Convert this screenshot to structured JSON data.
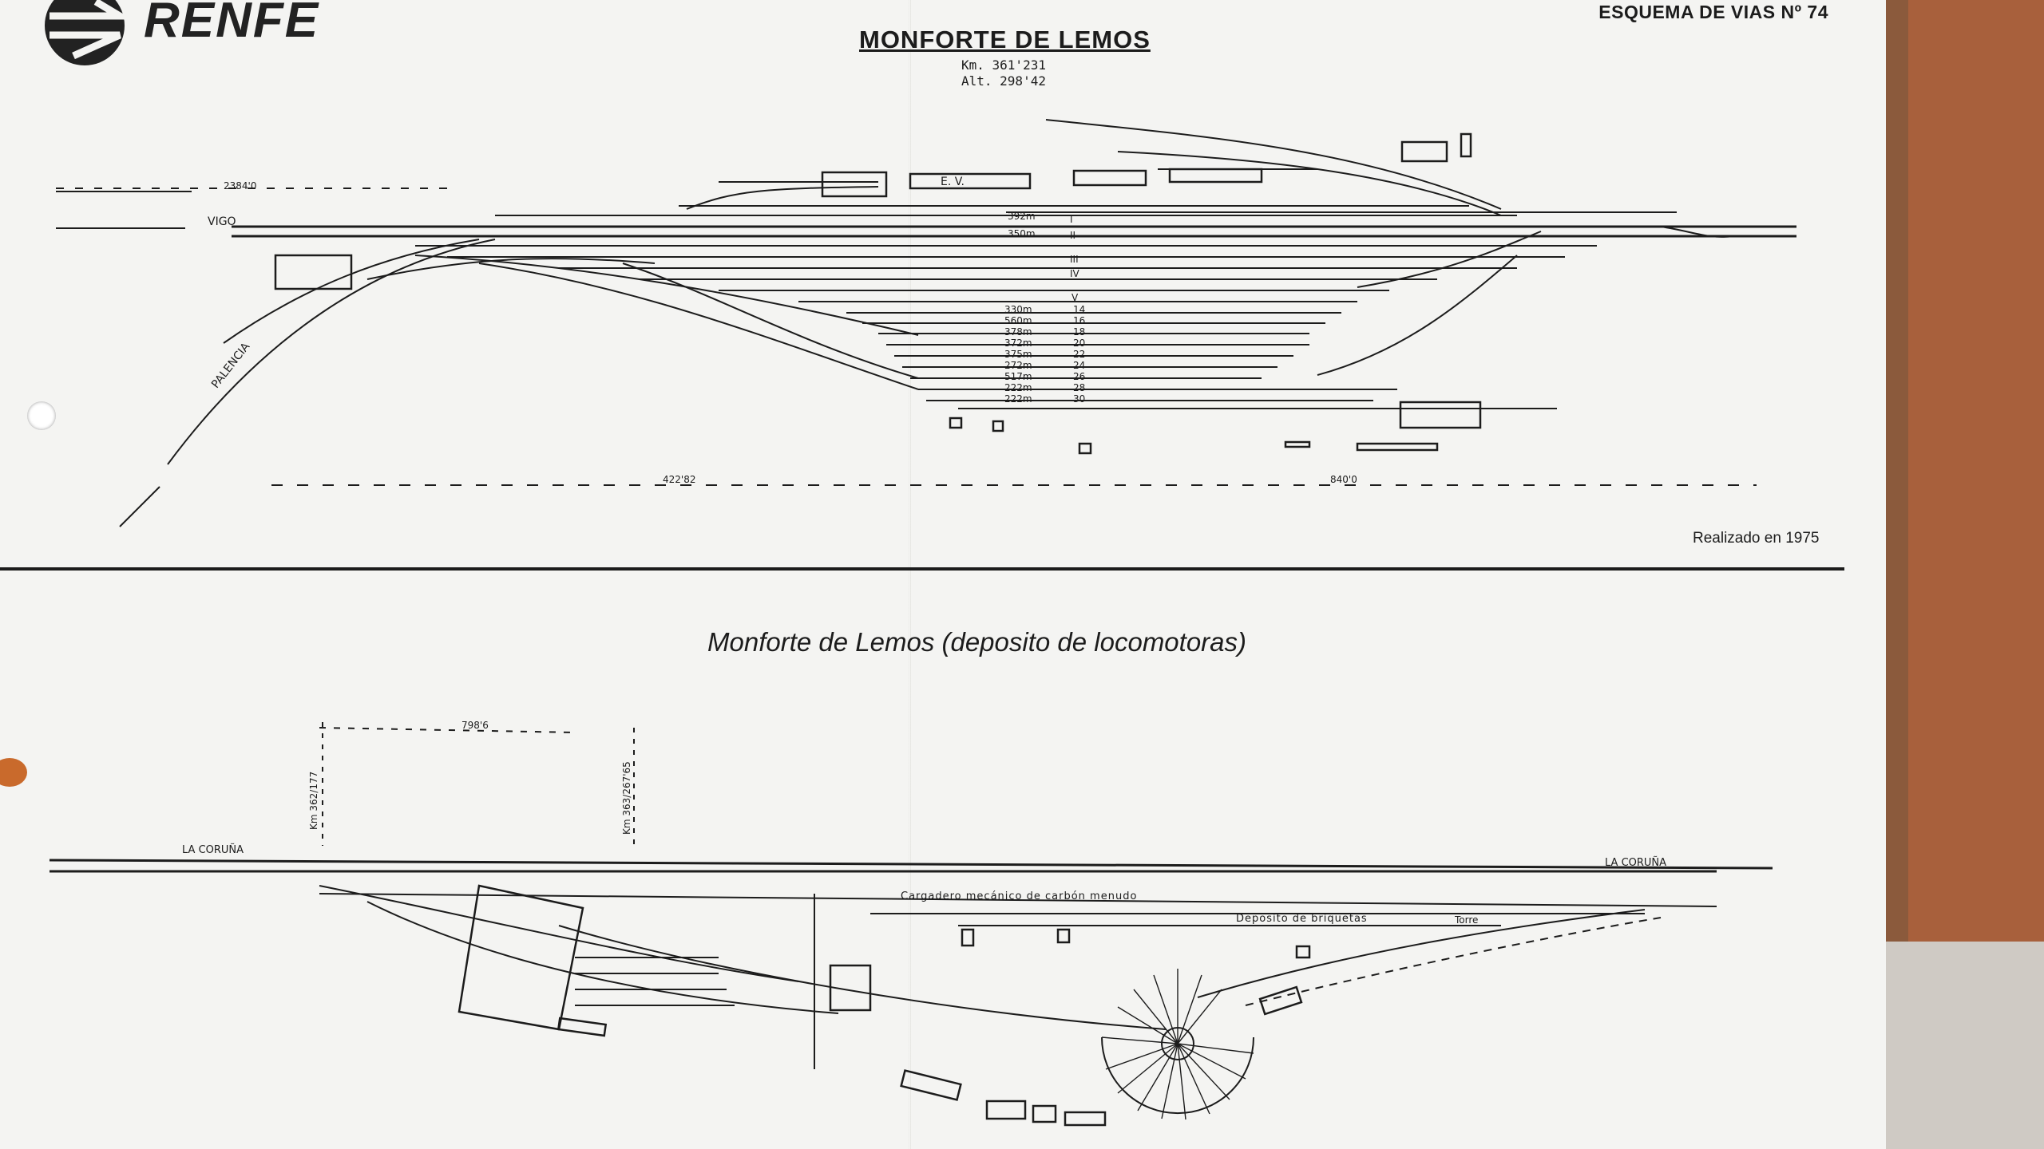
{
  "header": {
    "logo_text": "RENFE",
    "doc_number": "ESQUEMA DE VIAS Nº 74",
    "title": "MONFORTE DE LEMOS",
    "km": "Km. 361'231",
    "altitude": "Alt. 298'42"
  },
  "footer_note": "Realizado en 1975",
  "depot": {
    "title": "Monforte de Lemos (deposito de locomotoras)",
    "labels": {
      "coal": "Cargadero mecánico de carbón menudo",
      "briquettes": "Deposito de briquetas",
      "coruna_left": "LA CORUÑA",
      "coruna_right": "LA CORUÑA",
      "km_a": "Km 362/177",
      "km_b": "Km 363/267'65",
      "dist": "798'6",
      "torre": "Torre"
    }
  },
  "station": {
    "labels": {
      "vigo": "VIGO",
      "palencia": "PALENCIA",
      "ev": "E. V.",
      "dist_left": "2384'0",
      "dist_mid": "422'82",
      "dist_right": "840'0"
    },
    "track_numbers": [
      "I",
      "II",
      "III",
      "IV",
      "V",
      "14",
      "16",
      "18",
      "20",
      "22",
      "24",
      "26",
      "28",
      "30"
    ],
    "track_lengths": [
      "392m",
      "350m",
      "",
      "",
      "",
      "330m",
      "560m",
      "378m",
      "372m",
      "375m",
      "272m",
      "517m",
      "222m",
      "222m"
    ]
  },
  "colors": {
    "paper": "#f4f4f2",
    "ink": "#1c1c1c",
    "table": "#8b5a3c"
  }
}
